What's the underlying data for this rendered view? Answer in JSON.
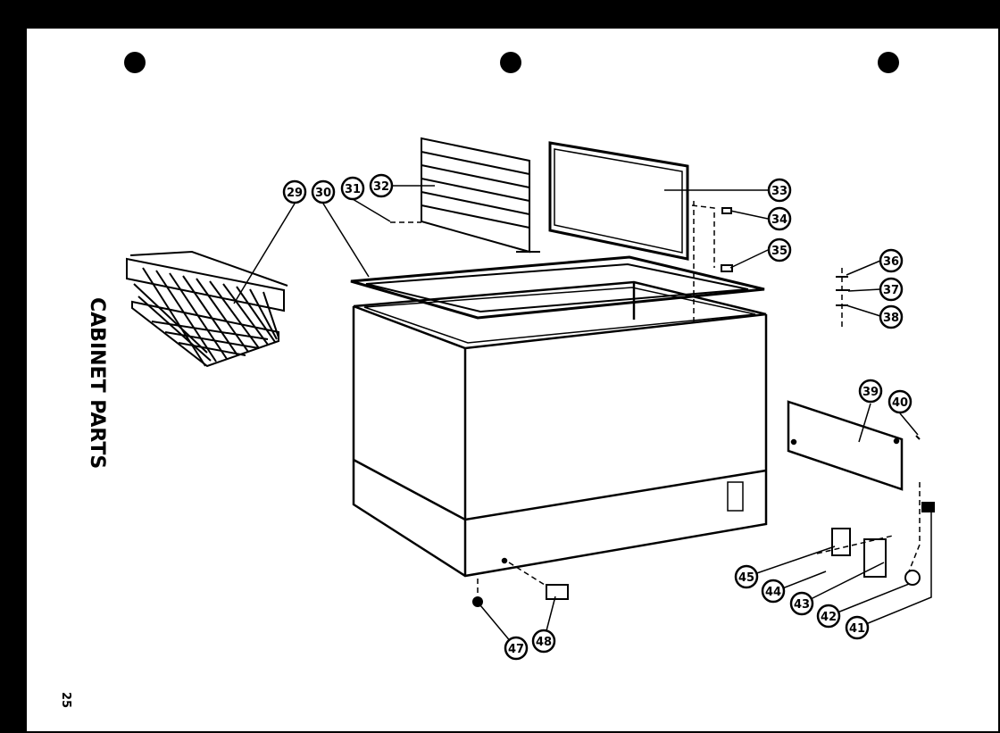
{
  "sheet": {
    "title": "CABINET PARTS",
    "page_number": "25"
  },
  "callouts": [
    {
      "label": "29"
    },
    {
      "label": "30"
    },
    {
      "label": "31"
    },
    {
      "label": "32"
    },
    {
      "label": "33"
    },
    {
      "label": "34"
    },
    {
      "label": "35"
    },
    {
      "label": "36"
    },
    {
      "label": "37"
    },
    {
      "label": "38"
    },
    {
      "label": "39"
    },
    {
      "label": "40"
    },
    {
      "label": "41"
    },
    {
      "label": "42"
    },
    {
      "label": "43"
    },
    {
      "label": "44"
    },
    {
      "label": "45"
    },
    {
      "label": "47"
    },
    {
      "label": "48"
    }
  ],
  "colors": {
    "ink": "#000000",
    "paper": "#ffffff",
    "frame": "#000000"
  }
}
